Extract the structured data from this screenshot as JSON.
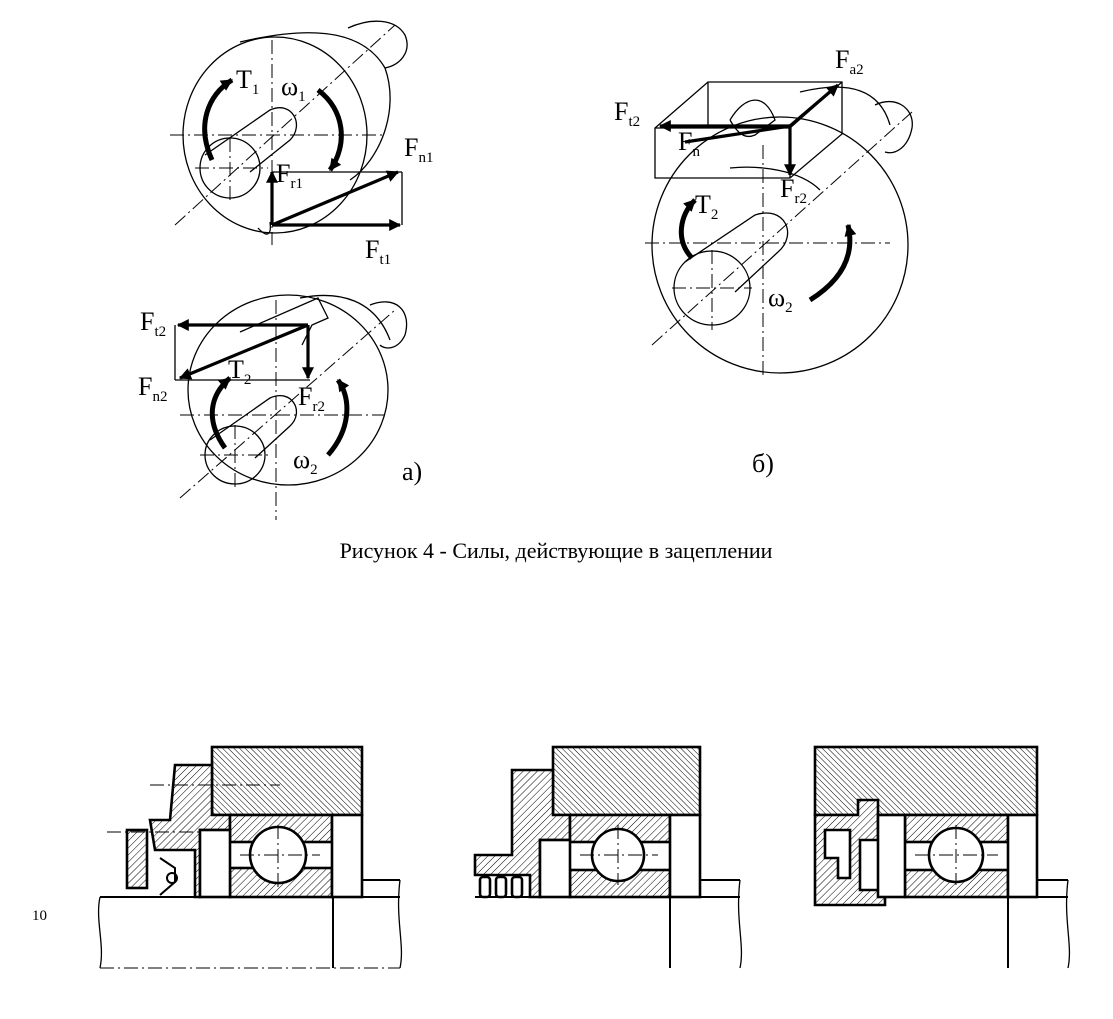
{
  "figure_a": {
    "labels": {
      "T1": {
        "main": "T",
        "sub": "1"
      },
      "omega1": {
        "main": "ω",
        "sub": "1"
      },
      "Fn1": {
        "main": "F",
        "sub": "n1"
      },
      "Fr1": {
        "main": "F",
        "sub": "r1"
      },
      "Ft1": {
        "main": "F",
        "sub": "t1"
      },
      "Ft2": {
        "main": "F",
        "sub": "t2"
      },
      "Fn2": {
        "main": "F",
        "sub": "n2"
      },
      "T2": {
        "main": "T",
        "sub": "2"
      },
      "Fr2": {
        "main": "F",
        "sub": "r2"
      },
      "omega2": {
        "main": "ω",
        "sub": "2"
      }
    },
    "marker": "а)"
  },
  "figure_b": {
    "labels": {
      "Fa2": {
        "main": "F",
        "sub": "a2"
      },
      "Ft2": {
        "main": "F",
        "sub": "t2"
      },
      "Fn": {
        "main": "F",
        "sub": "n"
      },
      "Fr2": {
        "main": "F",
        "sub": "r2"
      },
      "T2": {
        "main": "T",
        "sub": "2"
      },
      "omega2": {
        "main": "ω",
        "sub": "2"
      }
    },
    "marker": "б)"
  },
  "caption": "Рисунок 4 - Силы, действующие в зацеплении",
  "page_number": "10"
}
